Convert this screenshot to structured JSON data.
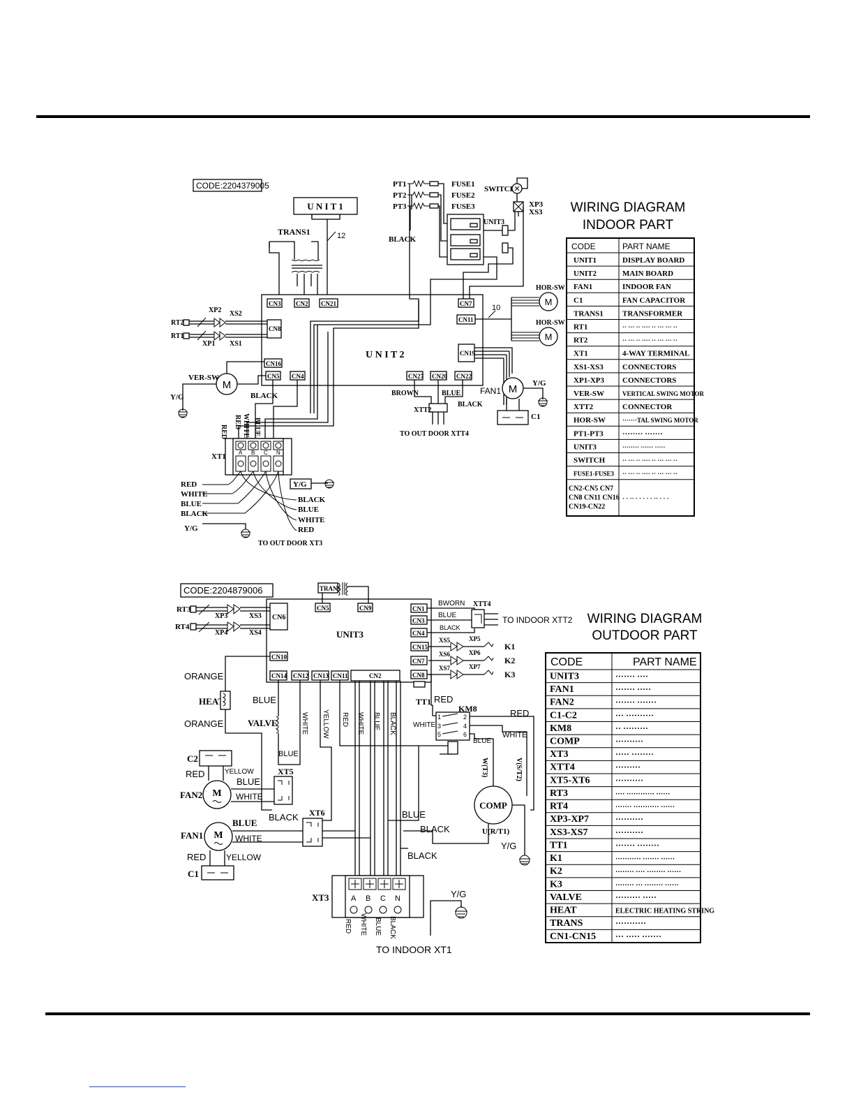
{
  "indoor": {
    "code": "CODE:2204379005",
    "title_line1": "WIRING DIAGRAM",
    "title_line2": "INDOOR PART",
    "labels": {
      "unit1": "U N I T 1",
      "unit2": "U N I T 2",
      "unit3": "UNIT3",
      "trans1": "TRANS1",
      "twelve": "12",
      "ten": "10",
      "black_top": "BLACK",
      "switch": "SWITCH",
      "xp3": "XP3",
      "xs3": "XS3",
      "pt1": "PT1",
      "pt2": "PT2",
      "pt3": "PT3",
      "fuse1": "FUSE1",
      "fuse2": "FUSE2",
      "fuse3": "FUSE3",
      "cn3": "CN3",
      "cn2": "CN2",
      "cn21": "CN21",
      "cn7": "CN7",
      "cn11": "CN11",
      "cn8": "CN8",
      "cn16": "CN16",
      "cn5": "CN5",
      "cn4": "CN4",
      "cn19": "CN19",
      "cn27": "CN27",
      "cn20": "CN20",
      "cn22": "CN22",
      "xp2": "XP2",
      "xs2": "XS2",
      "xp1": "XP1",
      "xs1": "XS1",
      "rt2": "RT2",
      "rt1": "RT1",
      "hor_sw1": "HOR-SW",
      "hor_sw2": "HOR-SW",
      "ver_sw": "VER-SW",
      "yg1": "Y/G",
      "yg2": "Y/G",
      "yg3": "Y/G",
      "yg4": "Y/G",
      "black_mid": "BLACK",
      "red_v": "RED",
      "red_v2": "RED",
      "white_v": "WHITE",
      "blue_v": "BLUE",
      "m1": "M",
      "m2": "M",
      "m3": "M",
      "m4": "M",
      "fan1": "FAN1",
      "c1": "C1",
      "brown": "BROWN",
      "blue": "BLUE",
      "black_r": "BLACK",
      "xtt2": "XTT2",
      "to_out_door_xtt4": "TO OUT DOOR   XTT4",
      "xt1": "XT1",
      "a": "A",
      "b": "B",
      "c": "C",
      "n": "N",
      "red_l": "RED",
      "white_l": "WHITE",
      "blue_l": "BLUE",
      "black_l": "BLACK",
      "black_rr": "BLACK",
      "blue_rr": "BLUE",
      "white_rr": "WHITE",
      "red_rr": "RED",
      "to_out_door_xt3": "TO OUT DOOR   XT3"
    },
    "table_header": {
      "code": "CODE",
      "part": "PART NAME"
    },
    "table_rows": [
      {
        "code": "UNIT1",
        "part": "DISPLAY BOARD"
      },
      {
        "code": "UNIT2",
        "part": "MAIN BOARD"
      },
      {
        "code": "FAN1",
        "part": "INDOOR FAN"
      },
      {
        "code": "C1",
        "part": "FAN CAPACITOR"
      },
      {
        "code": "TRANS1",
        "part": "TRANSFORMER"
      },
      {
        "code": "RT1",
        "part": "·· ··· ·· ···· ·· ··· ··· ··"
      },
      {
        "code": "RT2",
        "part": "·· ··· ·· ···· ·· ··· ··· ··"
      },
      {
        "code": "XT1",
        "part": "4-WAY TERMINAL"
      },
      {
        "code": "XS1-XS3",
        "part": "CONNECTORS"
      },
      {
        "code": "XP1-XP3",
        "part": "CONNECTORS"
      },
      {
        "code": "VER-SW",
        "part": "VERTICAL SWING MOTOR"
      },
      {
        "code": "XTT2",
        "part": "CONNECTOR"
      },
      {
        "code": "HOR-SW",
        "part": "·······TAL SWING MOTOR"
      },
      {
        "code": "PT1-PT3",
        "part": "········ ·······"
      },
      {
        "code": "UNIT3",
        "part": "········ ······ ·····"
      },
      {
        "code": "SWITCH",
        "part": "·· ··· ·· ···· ·· ··· ··· ··"
      },
      {
        "code": "FUSE1-FUSE3",
        "part": "·· ··· ·· ···· ·· ··· ··· ··"
      },
      {
        "code": "CN2-CN5 CN7 CN8 CN11 CN16 CN19-CN22",
        "part": "· · ·· · · · · · ·· · · ·"
      }
    ]
  },
  "outdoor": {
    "code": "CODE:2204879006",
    "title_line1": "WIRING DIAGRAM",
    "title_line2": "OUTDOOR PART",
    "labels": {
      "unit3": "UNIT3",
      "trans": "TRANS",
      "cn5": "CN5",
      "cn9": "CN9",
      "cn6": "CN6",
      "cn10": "CN10",
      "cn14": "CN14",
      "cn12": "CN12",
      "cn13": "CN13",
      "cn11": "CN11",
      "cn2": "CN2",
      "cn1": "CN1",
      "cn3": "CN3",
      "cn4": "CN4",
      "cn15": "CN15",
      "cn7": "CN7",
      "cn8": "CN8",
      "rt3": "RT3",
      "rt4": "RT4",
      "xp3": "XP3",
      "xs3": "XS3",
      "xp4": "XP4",
      "xs4": "XS4",
      "bworn": "BWORN",
      "blue_t": "BLUE",
      "black_t": "BLACK",
      "xtt4": "XTT4",
      "to_indoor_xtt2": "TO INDOOR  XTT2",
      "xs5": "XS5",
      "xp5": "XP5",
      "xs6": "XS6",
      "xp6": "XP6",
      "xs7": "XS7",
      "xp7": "XP7",
      "k1": "K1",
      "k2": "K2",
      "k3": "K3",
      "orange1": "ORANGE",
      "orange2": "ORANGE",
      "heat": "HEAT",
      "valve": "VALVE",
      "blue1": "BLUE",
      "blue_v": "BLUE",
      "white_v": "WHITE",
      "yellow_v": "YELLOW",
      "red_v": "RED",
      "white_v2": "WHITE",
      "blue_v2": "BLUE",
      "black_v2": "BLACK",
      "tt1": "TT1",
      "red_tt": "RED",
      "km8": "KM8",
      "red_km": "RED",
      "white_km": "WHITE",
      "blue_km": "BLUE",
      "white_km2": "WHITE",
      "w_t3": "W(T3)",
      "v_t2": "V(S/T2)",
      "comp": "COMP",
      "u_t1": "U(R/T1)",
      "yg_comp": "Y/G",
      "c2": "C2",
      "red_c2": "RED",
      "yellow_c2": "YELLOW",
      "blue_xt5": "BLUE",
      "xt5": "XT5",
      "fan2": "FAN2",
      "white_fan2": "WHITE",
      "m_fan2": "M",
      "m_fan1": "M",
      "black_xt6": "BLACK",
      "xt6": "XT6",
      "blue_fan1": "BLUE",
      "fan1": "FAN1",
      "white_fan1": "WHITE",
      "red_c1": "RED",
      "yellow_c1": "YELLOW",
      "c1": "C1",
      "blue_mid": "BLUE",
      "black_mid": "BLACK",
      "black_low": "BLACK",
      "xt3": "XT3",
      "a": "A",
      "b": "B",
      "c": "C",
      "n": "N",
      "yg_xt3": "Y/G",
      "red_b": "RED",
      "white_b": "WHITE",
      "blue_b": "BLUE",
      "black_b": "BLACK",
      "to_indoor_xt1": "TO INDOOR   XT1"
    },
    "table_header": {
      "code": "CODE",
      "part": "PART NAME"
    },
    "table_rows": [
      {
        "code": "UNIT3",
        "part": "······· ····"
      },
      {
        "code": "FAN1",
        "part": "······· ·····"
      },
      {
        "code": "FAN2",
        "part": "······· ·······"
      },
      {
        "code": "C1-C2",
        "part": "··· ··········"
      },
      {
        "code": "KM8",
        "part": "·· ·········"
      },
      {
        "code": "COMP",
        "part": "··········"
      },
      {
        "code": "XT3",
        "part": "····· ········"
      },
      {
        "code": "XTT4",
        "part": "·········"
      },
      {
        "code": "XT5-XT6",
        "part": "··········"
      },
      {
        "code": "RT3",
        "part": "···· ············ ······"
      },
      {
        "code": "RT4",
        "part": "······· ··········· ······"
      },
      {
        "code": "XP3-XP7",
        "part": "··········"
      },
      {
        "code": "XS3-XS7",
        "part": "··········"
      },
      {
        "code": "TT1",
        "part": "······· ········"
      },
      {
        "code": "K1",
        "part": "··········· ······· ······"
      },
      {
        "code": "K2",
        "part": "········ ···· ········ ······"
      },
      {
        "code": "K3",
        "part": "········ ··· ········ ······"
      },
      {
        "code": "VALVE",
        "part": "········· ·····"
      },
      {
        "code": "HEAT",
        "part": "ELECTRIC HEATING STRING"
      },
      {
        "code": "TRANS",
        "part": "···········"
      },
      {
        "code": "CN1-CN15",
        "part": "··· ····· ·······"
      }
    ]
  }
}
